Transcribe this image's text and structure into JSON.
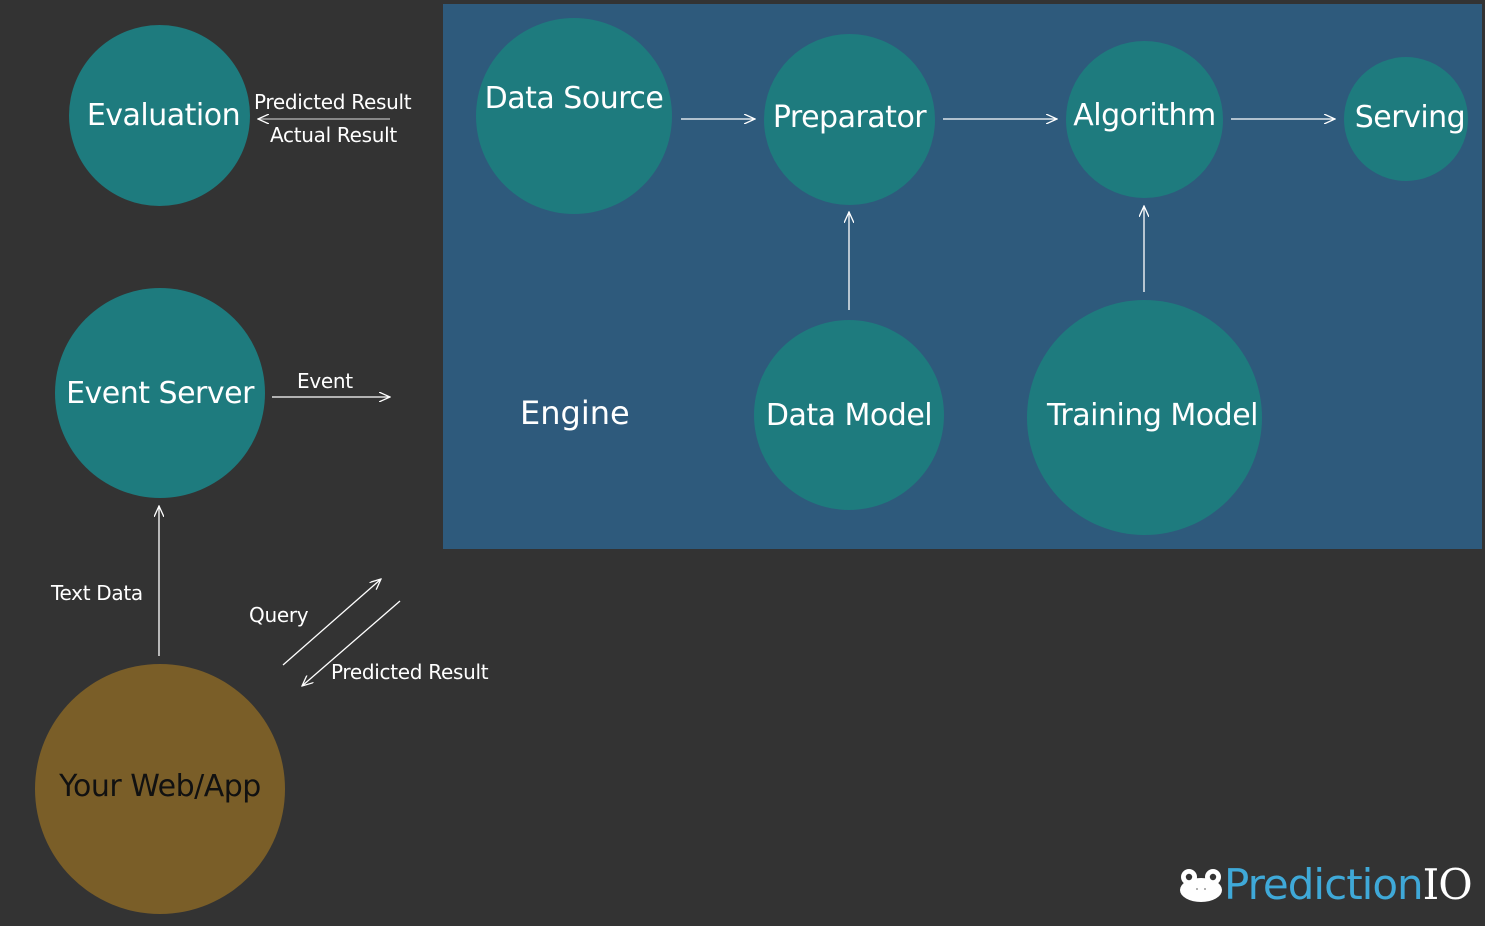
{
  "diagram": {
    "title": "PredictionIO architecture",
    "colors": {
      "background": "#333333",
      "engine_box": "#2e5a7c",
      "node": "#1e7b7e",
      "webapp": "#7a5e28",
      "logo_blue": "#3fa9d8"
    },
    "engine_label": "Engine",
    "nodes": {
      "evaluation": "Evaluation",
      "event_server": "Event Server",
      "web_app": "Your Web/App",
      "data_source": "Data Source",
      "preparator": "Preparator",
      "algorithm": "Algorithm",
      "serving": "Serving",
      "data_model": "Data Model",
      "training_model": "Training Model"
    },
    "edge_labels": {
      "predicted_result_eval": "Predicted Result",
      "actual_result": "Actual Result",
      "event": "Event",
      "text_data": "Text Data",
      "query": "Query",
      "predicted_result_app": "Predicted Result"
    },
    "logo": {
      "word": "Prediction",
      "suffix": "IO",
      "icon": "frog-icon"
    }
  }
}
